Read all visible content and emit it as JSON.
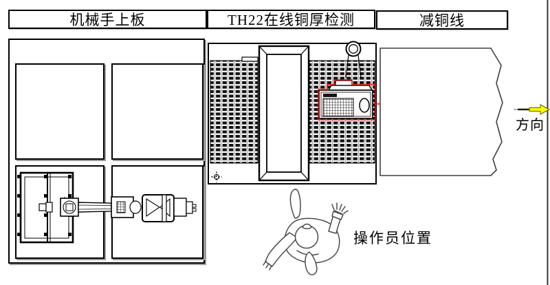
{
  "header": {
    "sections": [
      {
        "label": "机械手上板"
      },
      {
        "label": "TH22在线铜厚检测"
      },
      {
        "label": "减铜线"
      }
    ]
  },
  "annotations": {
    "direction_label": "方向",
    "operator_label": "操作员位置"
  },
  "icons": {
    "direction_arrow": "yellow-right-arrow",
    "hoist_ring": "double-circle-ring",
    "datum_marker": "dashed-crosshair",
    "operator_figure": "top-view-person",
    "robot_arm_figure": "top-view-robot-arm",
    "loading_table_figure": "bolted-panel-table"
  },
  "colors": {
    "line_black": "#000000",
    "sketch_gray": "#4a4a4a",
    "highlight_red": "#e8100c",
    "arrow_yellow": "#ffff00",
    "shadow_gray": "#9a9a9a"
  }
}
